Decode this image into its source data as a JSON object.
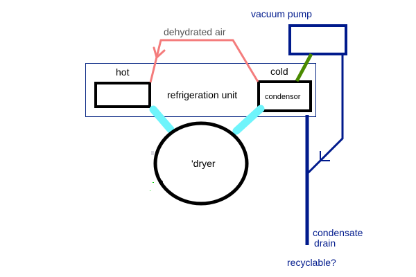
{
  "diagram": {
    "labels": {
      "dehydrated_air": "dehydrated air",
      "vacuum_pump": "vacuum pump",
      "hot": "hot",
      "cold": "cold",
      "refrigeration_unit": "refrigeration unit",
      "condensor": "condensor",
      "dryer": "'dryer",
      "condensate_line1": "condensate",
      "condensate_line2": "drain",
      "recyclable": "recyclable?"
    },
    "colors": {
      "air_line": "#f47c7c",
      "pump_line": "#001a8c",
      "unit_border": "#002080",
      "box_border": "#000000",
      "hose": "#6ff4fb",
      "pump_link": "#4a8a00",
      "label_text": "#000000",
      "air_text": "#555555",
      "pump_text": "#001a8c"
    }
  }
}
